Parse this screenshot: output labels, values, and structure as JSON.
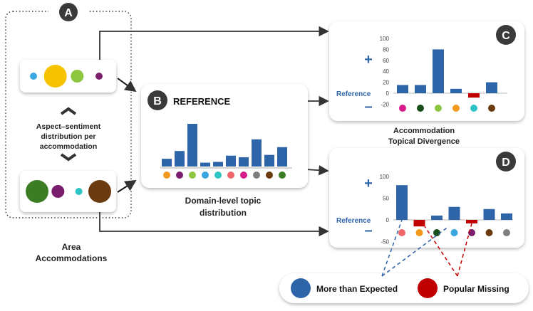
{
  "section_a": {
    "badge": "A",
    "middle_caption": [
      "Aspect–sentiment",
      "distribution per",
      "accommodation"
    ],
    "footer": [
      "Area",
      "Accommodations"
    ],
    "card_top_dots": [
      {
        "color": "#3aa7e0",
        "size": "small"
      },
      {
        "color": "#f7c300",
        "size": "large"
      },
      {
        "color": "#8dc63f",
        "size": "medium"
      },
      {
        "color": "#7b1e6e",
        "size": "small"
      }
    ],
    "card_bottom_dots": [
      {
        "color": "#3a7d23",
        "size": "large"
      },
      {
        "color": "#7b1e6e",
        "size": "medium"
      },
      {
        "color": "#2ec4c4",
        "size": "small"
      },
      {
        "color": "#6b3a0e",
        "size": "large"
      }
    ]
  },
  "section_b": {
    "badge": "B",
    "title": "REFERENCE",
    "caption": [
      "Domain-level topic",
      "distribution"
    ],
    "bars": [
      10,
      20,
      55,
      5,
      6,
      14,
      12,
      35,
      15,
      25
    ],
    "dots": [
      "#f39a1e",
      "#7b1e6e",
      "#8dc63f",
      "#3aa7e0",
      "#2ec4c4",
      "#f0676b",
      "#d81b8a",
      "#7f7f7f",
      "#6b3a0e",
      "#3a7d23"
    ]
  },
  "section_c": {
    "badge": "C",
    "caption": [
      "Accommodation",
      "Topical Divergence"
    ],
    "y_ticks": [
      "100",
      "80",
      "60",
      "40",
      "20",
      "0",
      "-20"
    ],
    "reference_label": "Reference",
    "plus": "+",
    "minus": "–",
    "dots": [
      "#d81b8a",
      "#1b4d1b",
      "#8dc63f",
      "#f39a1e",
      "#2ec4c4",
      "#6b3a0e"
    ]
  },
  "section_d": {
    "badge": "D",
    "y_ticks": [
      "100",
      "50",
      "0",
      "-50"
    ],
    "reference_label": "Reference",
    "plus": "+",
    "minus": "–",
    "dots": [
      "#f0676b",
      "#f39a1e",
      "#1b4d1b",
      "#3aa7e0",
      "#7b1e6e",
      "#6b3a0e",
      "#7f7f7f"
    ]
  },
  "legend": {
    "more_label": "More than Expected",
    "missing_label": "Popular Missing",
    "more_color": "#2e64a8",
    "missing_color": "#c00000"
  },
  "chart_data": [
    {
      "type": "bar",
      "id": "divergence-c",
      "ylim": [
        -20,
        100
      ],
      "values": [
        15,
        15,
        80,
        8,
        -8,
        20
      ],
      "colors": [
        "pos",
        "pos",
        "pos",
        "pos",
        "neg",
        "pos"
      ]
    },
    {
      "type": "bar",
      "id": "divergence-d",
      "ylim": [
        -50,
        100
      ],
      "values": [
        80,
        -15,
        10,
        30,
        -8,
        25,
        15
      ],
      "colors": [
        "pos",
        "neg",
        "pos",
        "pos",
        "neg",
        "pos",
        "pos"
      ]
    }
  ]
}
